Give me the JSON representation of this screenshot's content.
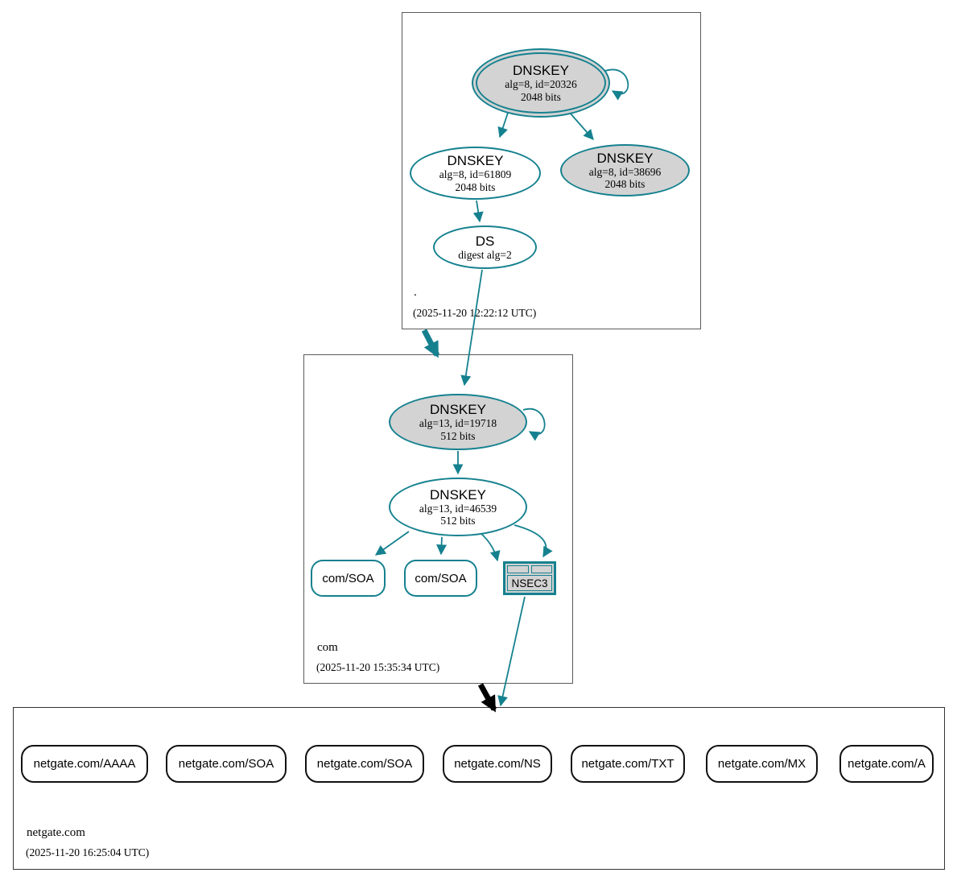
{
  "colors": {
    "secure_teal": "#15818f",
    "node_fill_gray": "#d3d3d3",
    "insecure_black": "#000000"
  },
  "zones": {
    "root": {
      "name": ".",
      "timestamp": "(2025-11-20 12:22:12 UTC)"
    },
    "com": {
      "name": "com",
      "timestamp": "(2025-11-20 15:35:34 UTC)"
    },
    "netgate": {
      "name": "netgate.com",
      "timestamp": "(2025-11-20 16:25:04 UTC)"
    }
  },
  "nodes": {
    "root_ksk": {
      "title": "DNSKEY",
      "detail": "alg=8, id=20326",
      "bits": "2048 bits"
    },
    "root_zsk": {
      "title": "DNSKEY",
      "detail": "alg=8, id=61809",
      "bits": "2048 bits"
    },
    "root_key2": {
      "title": "DNSKEY",
      "detail": "alg=8, id=38696",
      "bits": "2048 bits"
    },
    "root_ds": {
      "title": "DS",
      "detail": "digest alg=2"
    },
    "com_ksk": {
      "title": "DNSKEY",
      "detail": "alg=13, id=19718",
      "bits": "512 bits"
    },
    "com_zsk": {
      "title": "DNSKEY",
      "detail": "alg=13, id=46539",
      "bits": "512 bits"
    },
    "com_soa1": {
      "label": "com/SOA"
    },
    "com_soa2": {
      "label": "com/SOA"
    },
    "nsec3": {
      "label": "NSEC3"
    }
  },
  "netgate_rrsets": [
    {
      "label": "netgate.com/AAAA"
    },
    {
      "label": "netgate.com/SOA"
    },
    {
      "label": "netgate.com/SOA"
    },
    {
      "label": "netgate.com/NS"
    },
    {
      "label": "netgate.com/TXT"
    },
    {
      "label": "netgate.com/MX"
    },
    {
      "label": "netgate.com/A"
    }
  ]
}
